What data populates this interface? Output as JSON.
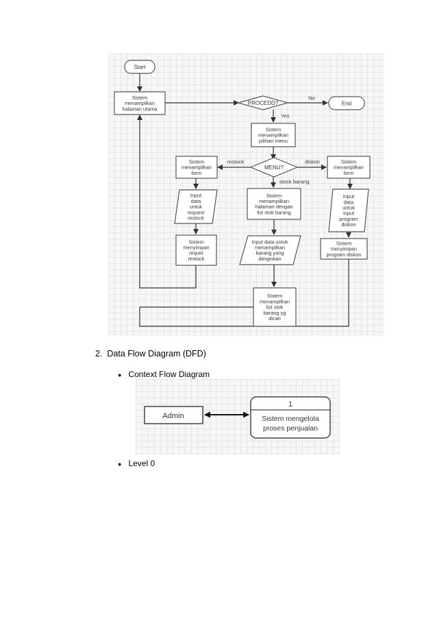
{
  "flowchart": {
    "start": "Start",
    "end": "End",
    "show_main": [
      "Sistem",
      "menampilkan",
      "halaman utama"
    ],
    "proceed": "PROCEDD?",
    "no": "No",
    "yes": "Yes",
    "show_menu": [
      "Sistem",
      "menampilkan",
      "pilihan menu"
    ],
    "menu": "MENU?",
    "restock": "restock",
    "diskon": "diskon",
    "stock_barang": "stock barang",
    "show_form_left": [
      "Sistem",
      "menampilkan",
      "form"
    ],
    "show_form_right": [
      "Sistem",
      "menampilkan",
      "form"
    ],
    "show_stock_page": [
      "Sistem",
      "menampilkan",
      "halaman dengan",
      "list stok barang"
    ],
    "input_restock": [
      "Input",
      "data",
      "untuk",
      "request",
      "restock"
    ],
    "input_diskon": [
      "Input",
      "data",
      "untuk",
      "input",
      "program",
      "diskon"
    ],
    "save_restock": [
      "Sistem",
      "menyimpan",
      "requet",
      "restock"
    ],
    "input_barang": [
      "Input data untuk",
      "menampilkan",
      "barang yang",
      "diinginkan"
    ],
    "save_diskon": [
      "Sistem",
      "menyimpan",
      "program diskon"
    ],
    "show_searched": [
      "Sistem",
      "menampilkan",
      "list stok",
      "barang yg",
      "dicari"
    ]
  },
  "section": {
    "number": "2.",
    "title": "Data Flow Diagram (DFD)"
  },
  "bullets": {
    "symbol": "●",
    "context": "Context Flow Diagram",
    "level0": "Level 0"
  },
  "context_diagram": {
    "entity": "Admin",
    "process_number": "1",
    "process_label": [
      "Sistem mengelola",
      "proses penjualan"
    ]
  }
}
